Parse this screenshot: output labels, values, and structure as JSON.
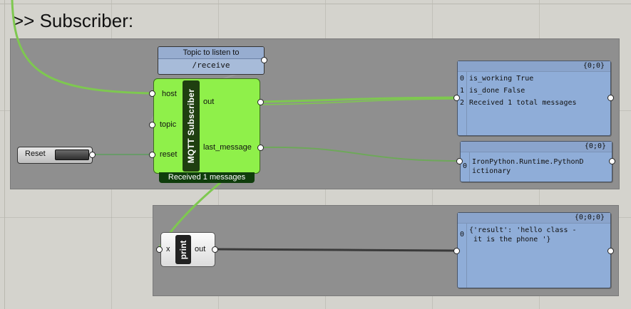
{
  "canvas": {
    "title": ">> Subscriber:"
  },
  "topic_param": {
    "header": "Topic to listen to",
    "value": "/receive"
  },
  "button": {
    "label": "Reset"
  },
  "mqtt_component": {
    "name": "MQTT Subscriber",
    "inputs": [
      "host",
      "topic",
      "reset"
    ],
    "outputs": [
      "out",
      "last_message"
    ],
    "message": "Received 1 messages"
  },
  "panel_out": {
    "path": "{0;0}",
    "rows": [
      {
        "index": "0",
        "text": "is_working True"
      },
      {
        "index": "1",
        "text": "is_done False"
      },
      {
        "index": "2",
        "text": "Received 1 total messages"
      }
    ]
  },
  "panel_last": {
    "path": "{0;0}",
    "rows": [
      {
        "index": "0",
        "text": "IronPython.Runtime.PythonD\nictionary"
      }
    ]
  },
  "print_component": {
    "name": "print",
    "input": "x",
    "output": "out"
  },
  "panel_print": {
    "path": "{0;0;0}",
    "rows": [
      {
        "index": "0",
        "text": "{'result': 'hello class -\n it is the phone '}"
      }
    ]
  },
  "colors": {
    "canvas_bg": "#d4d3cd",
    "group_bg": "#8f8f8f",
    "component_green": "#8ff04a",
    "panel_blue": "#8fadd8",
    "wire_green": "#7ec850",
    "wire_dark": "#3a3a3a"
  }
}
